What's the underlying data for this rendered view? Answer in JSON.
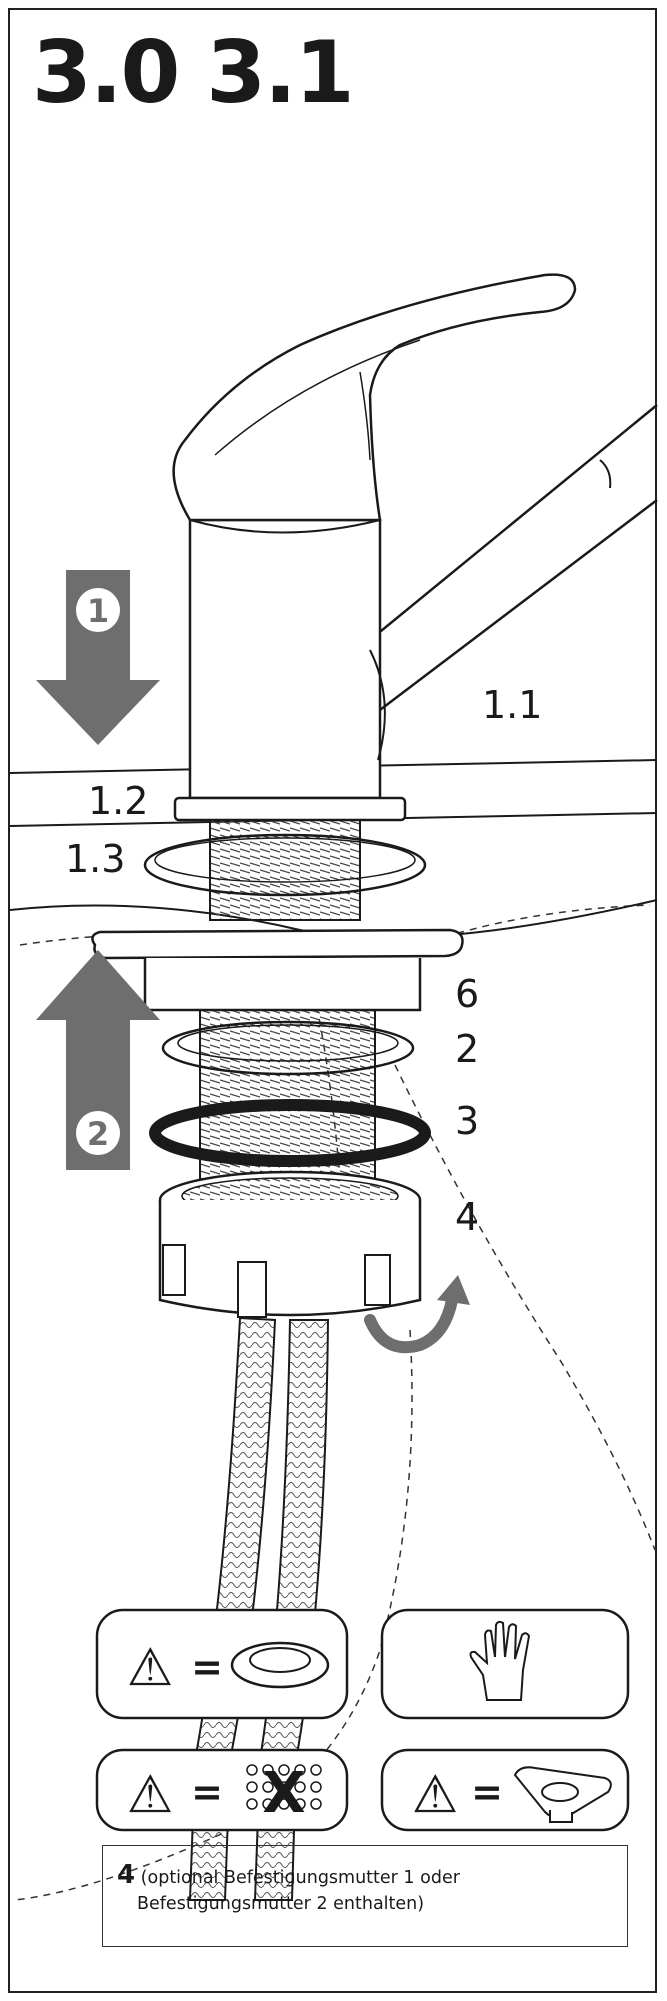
{
  "title": "3.0 3.1",
  "step_badges": {
    "down": "1",
    "up": "2"
  },
  "part_labels": {
    "lever_body": "1.1",
    "base_plate": "1.2",
    "base_washer": "1.3",
    "support_plate": "6",
    "washer": "2",
    "rubber_seal": "3",
    "nut": "4"
  },
  "warnings": {
    "symbol": "⚠",
    "equals": "=",
    "crossed_icon": "X"
  },
  "note": {
    "number": "4",
    "line1": "(optional Befestigungsmutter 1 oder",
    "line2": "Befestigungsmutter 2 enthalten)"
  },
  "colors": {
    "arrow": "#6e6e6e",
    "line": "#1a1a1a",
    "seal": "#1a1a1a"
  }
}
